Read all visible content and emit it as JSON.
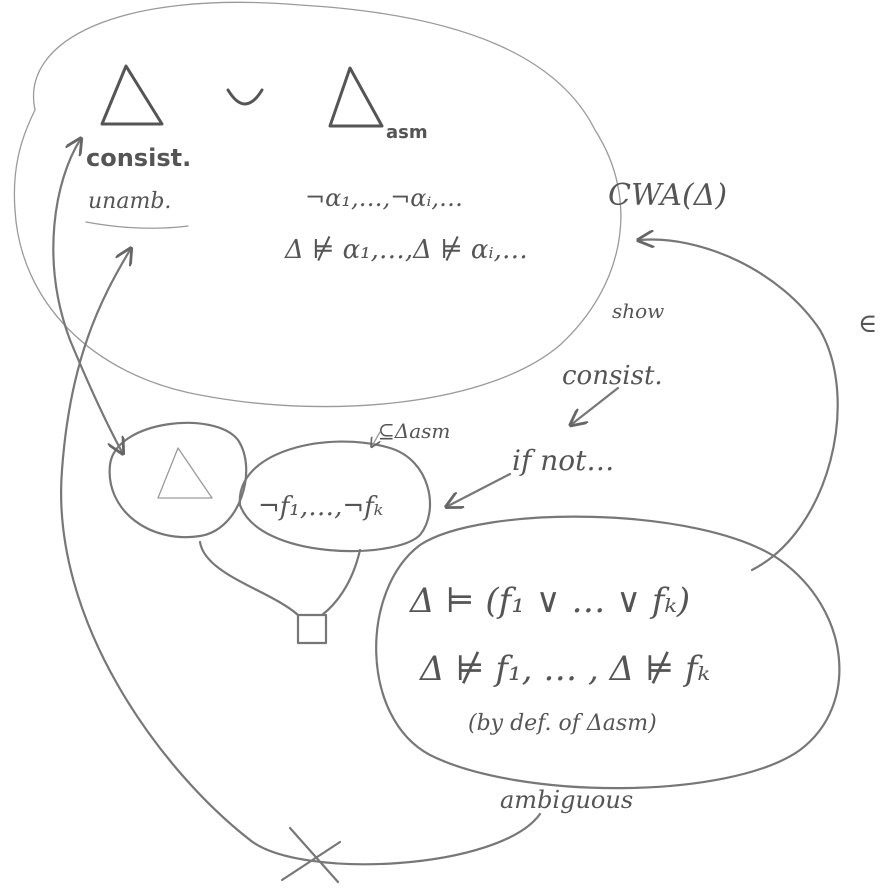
{
  "top_region": {
    "delta": "Δ",
    "union": "∪",
    "delta_asm": "Δ",
    "asm_subscript": "asm",
    "consist": "consist.",
    "unamb": "unamb.",
    "line1": "¬α₁,…,¬αᵢ,…",
    "line2": "Δ ⊭ α₁,…,Δ ⊭ αᵢ,…",
    "cwa": "CWA(Δ)"
  },
  "middle": {
    "show": "show",
    "consist": "consist.",
    "if_not": "if not…",
    "subset_delta_asm": "⊆Δasm",
    "delta": "Δ",
    "negations": "¬f₁,…,¬fₖ",
    "elem": "∈"
  },
  "bottom_region": {
    "entails": "Δ ⊨ (f₁ ∨ … ∨ fₖ)",
    "not_entails": "Δ ⊭ f₁, … , Δ ⊭ fₖ",
    "by_def": "(by def. of Δasm)",
    "ambiguous": "ambiguous"
  },
  "colors": {
    "ink": "#777777",
    "ink_dark": "#555555"
  }
}
